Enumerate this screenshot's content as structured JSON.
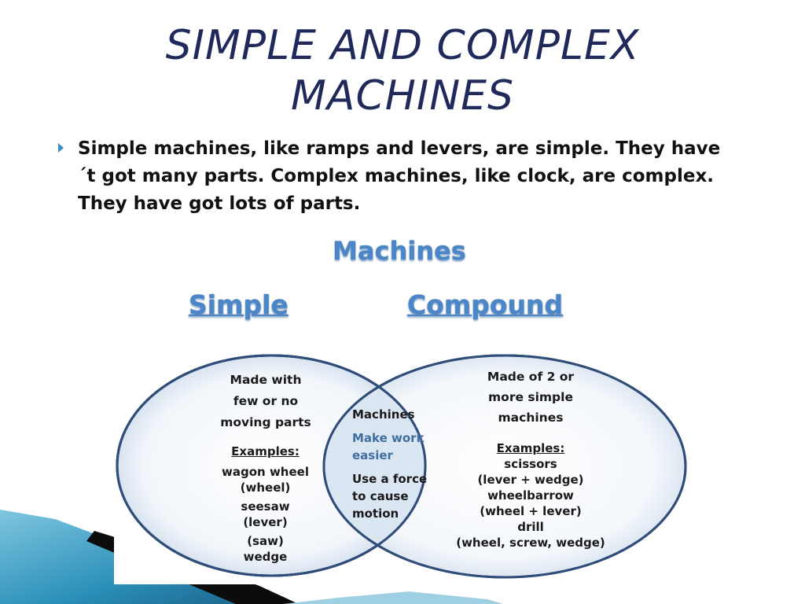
{
  "slide": {
    "title_line1": "SIMPLE AND COMPLEX",
    "title_line2": "MACHINES",
    "bullet": "Simple machines, like ramps and levers, are simple. They have´t got many parts. Complex machines, like clock, are complex. They have got lots of parts."
  },
  "diagram": {
    "title": "Machines",
    "left_title": "Simple",
    "right_title": "Compound",
    "left": {
      "desc": [
        "Made with",
        "few or no",
        "moving parts"
      ],
      "examples_label": "Examples:",
      "examples": [
        "wagon wheel",
        "(wheel)",
        "seesaw",
        "(lever)",
        "(saw)",
        "wedge"
      ]
    },
    "middle": {
      "line1": "Machines",
      "line2": "Make work",
      "line3": "easier",
      "line4": "Use a force",
      "line5": "to cause",
      "line6": "motion"
    },
    "right": {
      "desc": [
        "Made of 2 or",
        "more simple",
        "machines"
      ],
      "examples_label": "Examples:",
      "examples": [
        "scissors",
        "(lever + wedge)",
        "wheelbarrow",
        "(wheel + lever)",
        "drill",
        "(wheel, screw, wedge)"
      ]
    }
  },
  "colors": {
    "title": "#1f2a5a",
    "bullet_arrow": "#3a8fc0",
    "diagram_heading": "#4a86c8",
    "circle_stroke": "#2f4d78",
    "circle_fill": "#e9f0f9",
    "corner_teal": "#2a8fb8"
  }
}
